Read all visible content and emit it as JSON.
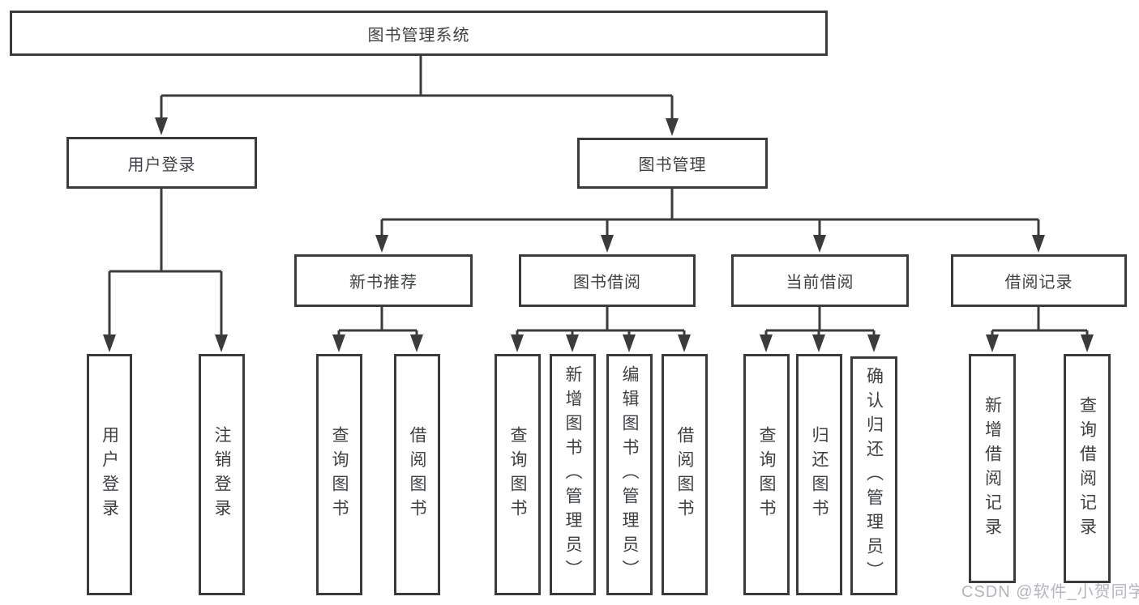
{
  "tree": {
    "root": {
      "label": "图书管理系统",
      "children": [
        {
          "label": "用户登录",
          "children": [
            {
              "label": "用户登录"
            },
            {
              "label": "注销登录"
            }
          ]
        },
        {
          "label": "图书管理",
          "children": [
            {
              "label": "新书推荐",
              "children": [
                {
                  "label": "查询图书"
                },
                {
                  "label": "借阅图书"
                }
              ]
            },
            {
              "label": "图书借阅",
              "children": [
                {
                  "label": "查询图书"
                },
                {
                  "label": "新增图书（管理员）"
                },
                {
                  "label": "编辑图书（管理员）"
                },
                {
                  "label": "借阅图书"
                }
              ]
            },
            {
              "label": "当前借阅",
              "children": [
                {
                  "label": "查询图书"
                },
                {
                  "label": "归还图书"
                },
                {
                  "label": "确认归还（管理员）"
                }
              ]
            },
            {
              "label": "借阅记录",
              "children": [
                {
                  "label": "新增借阅记录"
                },
                {
                  "label": "查询借阅记录"
                }
              ]
            }
          ]
        }
      ]
    }
  },
  "watermark": {
    "text": "CSDN @软件_小贺同学"
  },
  "colors": {
    "line": "#3b3b3b",
    "box_border": "#3b3b3b",
    "text": "#3e4144",
    "watermark": "#b2b6bc",
    "background": "#ffffff"
  }
}
